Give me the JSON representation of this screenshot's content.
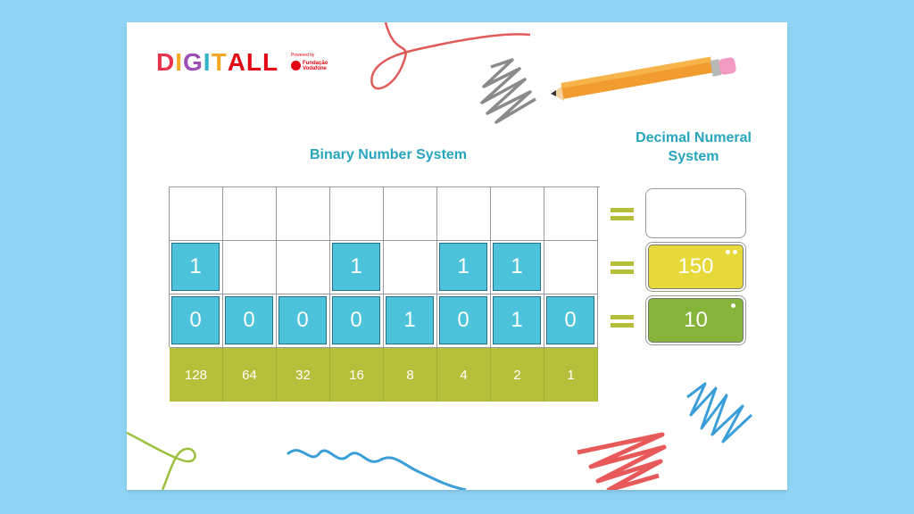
{
  "logo": {
    "letters": [
      {
        "char": "D",
        "color": "#e7344c"
      },
      {
        "char": "I",
        "color": "#f7a823"
      },
      {
        "char": "G",
        "color": "#9c4fb5"
      },
      {
        "char": "I",
        "color": "#2fb3c9"
      },
      {
        "char": "T",
        "color": "#f7a823"
      },
      {
        "char": "A",
        "color": "#e30613"
      },
      {
        "char": "L",
        "color": "#e30613"
      },
      {
        "char": "L",
        "color": "#e30613"
      }
    ],
    "powered_by": "Powered by",
    "partner": "Fundação Vodafone"
  },
  "titles": {
    "binary": "Binary Number System",
    "decimal": "Decimal Numeral System"
  },
  "rows": [
    {
      "bits": [
        "",
        "",
        "",
        "",
        "",
        "",
        "",
        ""
      ],
      "decimal": ""
    },
    {
      "bits": [
        "1",
        "",
        "",
        "1",
        "",
        "1",
        "1",
        ""
      ],
      "decimal": "150"
    },
    {
      "bits": [
        "0",
        "0",
        "0",
        "0",
        "1",
        "0",
        "1",
        "0"
      ],
      "decimal": "10"
    }
  ],
  "place_values": [
    "128",
    "64",
    "32",
    "16",
    "8",
    "4",
    "2",
    "1"
  ],
  "colors": {
    "background": "#8fd3f4",
    "tile": "#4cc3da",
    "place_value": "#b5bf3a",
    "title": "#26a5bd",
    "decimal_yellow": "#e8d93a",
    "decimal_green": "#86b33a"
  }
}
